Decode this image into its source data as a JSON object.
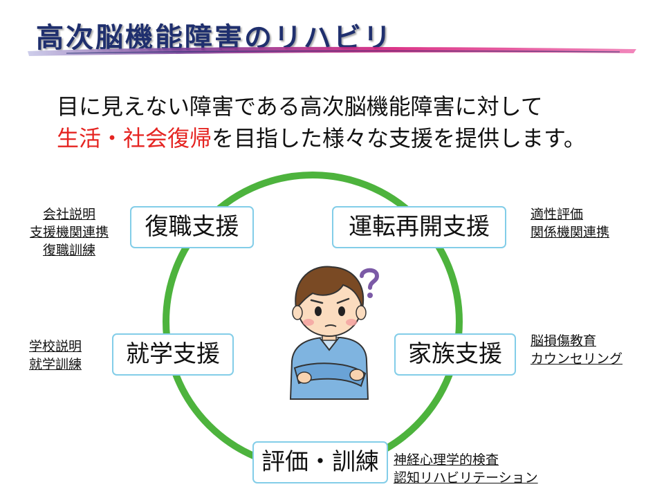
{
  "title": "高次脳機能障害のリハビリ",
  "intro": {
    "line1": "目に見えない障害である高次脳機能障害に対して",
    "line2_highlight": "生活・社会復帰",
    "line2_rest": "を目指した様々な支援を提供します。"
  },
  "colors": {
    "title": "#1f2f6e",
    "highlight": "#e52421",
    "ring": "#4db33d",
    "box_border": "#82cde8"
  },
  "supports": {
    "fukushoku": {
      "label": "復職支援",
      "notes": [
        "会社説明",
        "支援機関連携",
        "復職訓練"
      ]
    },
    "unten": {
      "label": "運転再開支援",
      "notes": [
        "適性評価",
        "関係機関連携"
      ]
    },
    "shugaku": {
      "label": "就学支援",
      "notes": [
        "学校説明",
        "就学訓練"
      ]
    },
    "kazoku": {
      "label": "家族支援",
      "notes": [
        "脳損傷教育",
        "カウンセリング"
      ]
    },
    "hyoka": {
      "label": "評価・訓練",
      "notes": [
        "神経心理学的検査",
        "認知リハビリテーション"
      ]
    }
  },
  "illustration": {
    "icon": "thinking-person-icon",
    "mark": "question-mark-icon"
  }
}
